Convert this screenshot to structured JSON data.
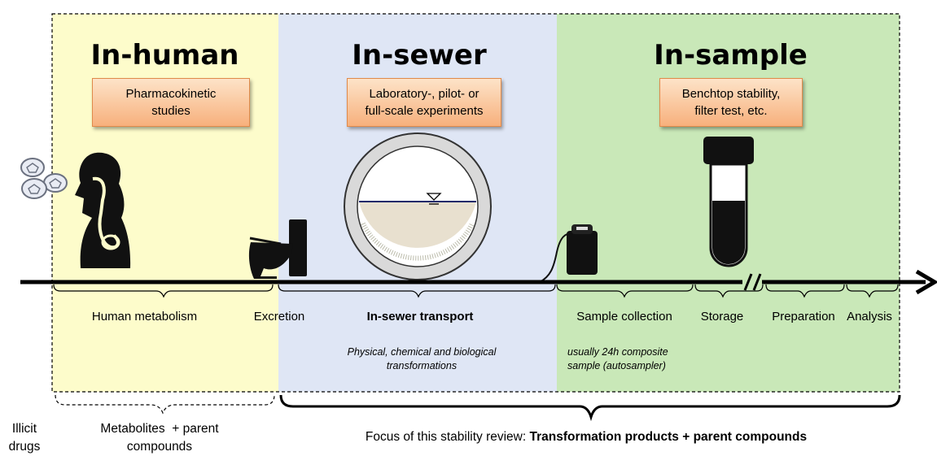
{
  "sections": [
    {
      "title": "In-human",
      "box": "Pharmacokinetic studies",
      "box_lines": [
        "Pharmacokinetic",
        "studies"
      ]
    },
    {
      "title": "In-sewer",
      "box_lines": [
        "Laboratory-, pilot- or",
        "full-scale experiments"
      ]
    },
    {
      "title": "In-sample",
      "box_lines": [
        "Benchtop stability,",
        "filter test, etc."
      ]
    }
  ],
  "timeline": {
    "human_metabolism": "Human metabolism",
    "excretion": "Excretion",
    "in_sewer_transport": "In-sewer transport",
    "sample_collection": "Sample collection",
    "storage": "Storage",
    "preparation": "Preparation",
    "analysis": "Analysis"
  },
  "notes": {
    "sewer": [
      "Physical, chemical and biological",
      "transformations"
    ],
    "sample": [
      "usually 24h composite",
      "sample (autosampler)"
    ]
  },
  "bottom": {
    "illicit": [
      "Illicit",
      "drugs"
    ],
    "metabolites": [
      "Metabolites  + parent",
      "compounds"
    ],
    "focus_prefix": "Focus of this stability review: ",
    "focus_bold": "Transformation products + parent compounds"
  },
  "colors": {
    "human_bg": "#fdfccb",
    "sewer_bg": "#dfe6f5",
    "sample_bg": "#c9e8b8",
    "box_gradient_top": "#fde3c8",
    "box_gradient_bottom": "#f7b07c"
  },
  "icons": [
    "pills-icon",
    "human-body-icon",
    "toilet-icon",
    "sewer-pipe-icon",
    "autosampler-icon",
    "test-tube-icon",
    "axis-break-icon",
    "arrow-head-icon"
  ]
}
